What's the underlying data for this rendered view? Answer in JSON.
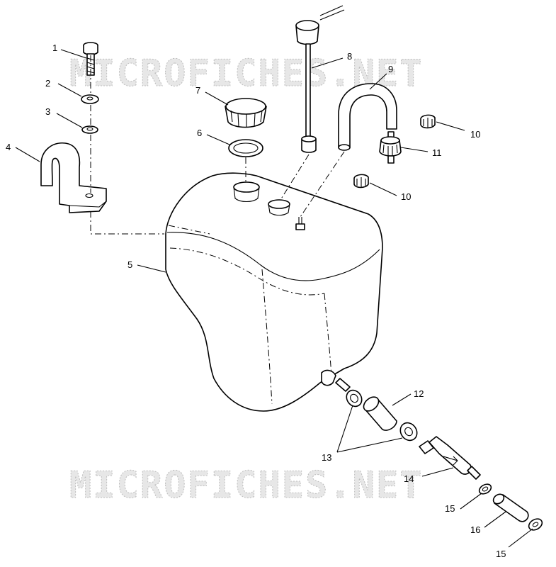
{
  "watermark": {
    "text": "MICROFICHES.NET"
  },
  "callouts": [
    {
      "id": "c1",
      "label": "1"
    },
    {
      "id": "c2",
      "label": "2"
    },
    {
      "id": "c3",
      "label": "3"
    },
    {
      "id": "c4",
      "label": "4"
    },
    {
      "id": "c5",
      "label": "5"
    },
    {
      "id": "c6",
      "label": "6"
    },
    {
      "id": "c7",
      "label": "7"
    },
    {
      "id": "c8",
      "label": "8"
    },
    {
      "id": "c9",
      "label": "9"
    },
    {
      "id": "c10a",
      "label": "10"
    },
    {
      "id": "c10b",
      "label": "10"
    },
    {
      "id": "c11",
      "label": "11"
    },
    {
      "id": "c12",
      "label": "12"
    },
    {
      "id": "c13",
      "label": "13"
    },
    {
      "id": "c14",
      "label": "14"
    },
    {
      "id": "c15a",
      "label": "15"
    },
    {
      "id": "c15b",
      "label": "15"
    },
    {
      "id": "c16",
      "label": "16"
    }
  ],
  "colors": {
    "line": "#000000",
    "background": "#ffffff",
    "watermark": "#d4d4d4"
  }
}
